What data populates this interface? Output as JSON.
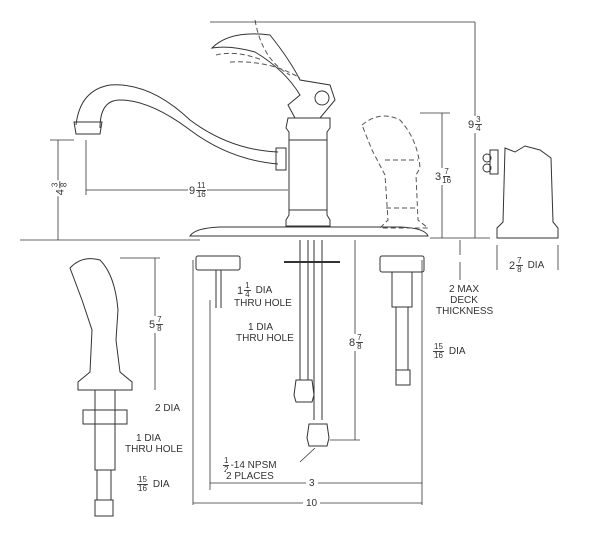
{
  "dimensions": {
    "spout_height": {
      "whole": "4",
      "num": "3",
      "den": "8"
    },
    "spout_reach": {
      "whole": "9",
      "num": "11",
      "den": "16"
    },
    "sprayer_height": {
      "whole": "3",
      "num": "7",
      "den": "16"
    },
    "overall_height": {
      "whole": "9",
      "num": "3",
      "den": "4"
    },
    "base_dia": {
      "whole": "2",
      "num": "7",
      "den": "8",
      "suffix": "DIA"
    },
    "lower_sprayer_height": {
      "whole": "5",
      "num": "7",
      "den": "8"
    },
    "shank_length": {
      "whole": "8",
      "num": "7",
      "den": "8"
    },
    "main_hole": {
      "whole": "1",
      "num": "1",
      "den": "4",
      "suffix": "DIA",
      "line2": "THRU HOLE"
    },
    "side_hole": {
      "text": "1 DIA",
      "line2": "THRU HOLE"
    },
    "deck": {
      "line1": "2 MAX",
      "line2": "DECK",
      "line3": "THICKNESS"
    },
    "right_shank_dia": {
      "num": "15",
      "den": "16",
      "suffix": "DIA"
    },
    "sprayer_nut_dia": {
      "text": "2 DIA"
    },
    "sprayer_hole": {
      "text": "1 DIA",
      "line2": "THRU HOLE"
    },
    "sprayer_shank_dia": {
      "num": "15",
      "den": "16",
      "suffix": "DIA"
    },
    "npsm": {
      "num": "1",
      "den": "2",
      "text": "-14 NPSM",
      "line2": "2 PLACES"
    },
    "inner_spacing": {
      "text": "3"
    },
    "overall_spacing": {
      "text": "10"
    }
  },
  "colors": {
    "line": "#333333",
    "dash": "#555555",
    "background": "#ffffff"
  }
}
